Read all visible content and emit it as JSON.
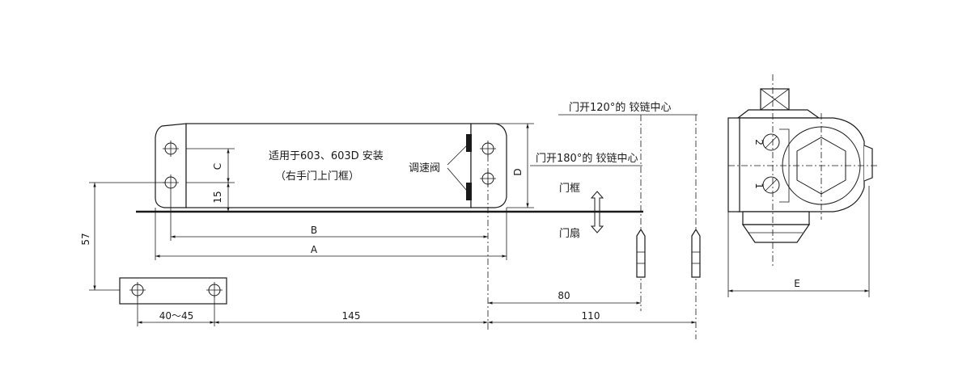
{
  "labels": {
    "install_line1": "适用于603、603D 安装",
    "install_line2": "（右手门上门框）",
    "speed_valve": "调速阀",
    "hinge_center_120": "门开120°的 铰链中心",
    "hinge_center_180": "门开180°的 铰链中心",
    "door_frame": "门框",
    "door_leaf": "门扇"
  },
  "dimensions": {
    "A": "A",
    "B": "B",
    "C": "C",
    "D": "D",
    "E": "E",
    "d15": "15",
    "d57": "57",
    "d40_45": "40～45",
    "d145": "145",
    "d80": "80",
    "d110": "110"
  },
  "valve_marks": {
    "v1": "1",
    "v2": "2"
  }
}
